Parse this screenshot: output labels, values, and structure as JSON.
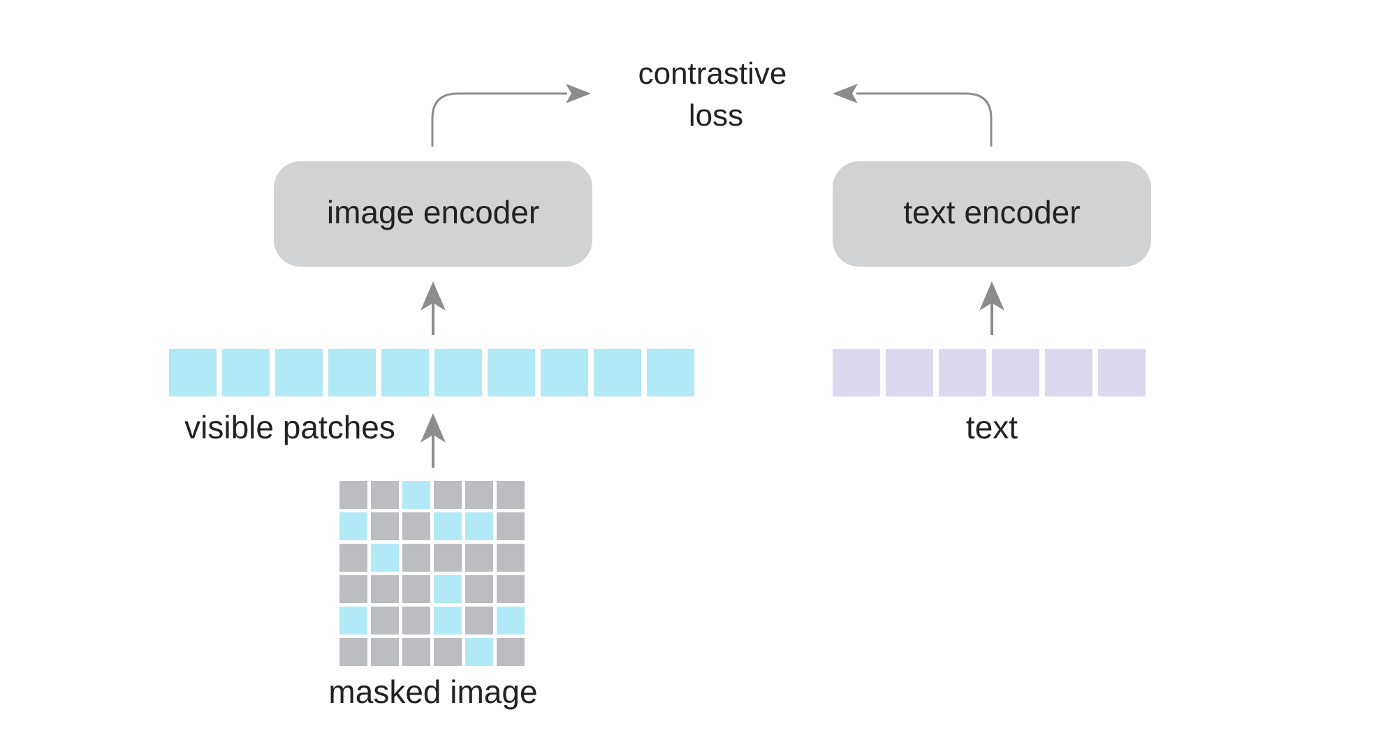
{
  "loss": {
    "line1": "contrastive",
    "line2": "loss"
  },
  "image_branch": {
    "encoder_label": "image encoder",
    "tokens_label": "visible patches",
    "input_label": "masked image",
    "visible_patch_count": 10,
    "mask_grid": [
      [
        0,
        0,
        1,
        0,
        0,
        0
      ],
      [
        1,
        0,
        0,
        1,
        1,
        0
      ],
      [
        0,
        1,
        0,
        0,
        0,
        0
      ],
      [
        0,
        0,
        0,
        1,
        0,
        0
      ],
      [
        1,
        0,
        0,
        1,
        0,
        1
      ],
      [
        0,
        0,
        0,
        0,
        1,
        0
      ]
    ]
  },
  "text_branch": {
    "encoder_label": "text encoder",
    "tokens_label": "text",
    "token_count": 6
  },
  "colors": {
    "encoder_fill": "#d1d2d4",
    "visible_patch": "#b2e9f7",
    "masked_patch": "#bcbdc0",
    "text_token": "#dcd8ef",
    "arrow": "#8c8c8c",
    "text": "#222222"
  }
}
